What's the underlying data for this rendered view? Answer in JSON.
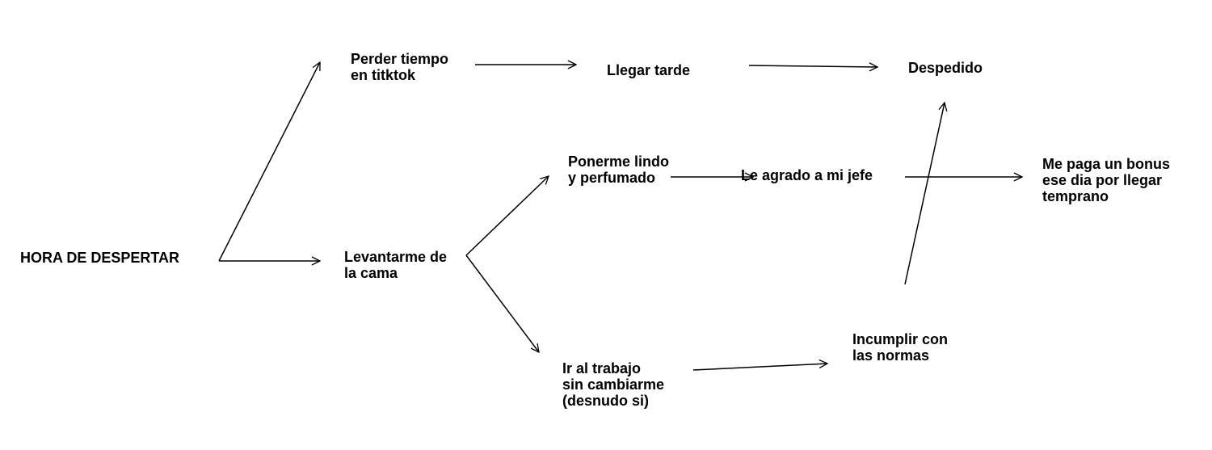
{
  "nodes": {
    "start": [
      "HORA DE DESPERTAR"
    ],
    "perder": [
      "Perder tiempo",
      "en titktok"
    ],
    "llegar": [
      "Llegar tarde"
    ],
    "despedido": [
      "Despedido"
    ],
    "levantarme": [
      "Levantarme de",
      "la cama"
    ],
    "ponerme": [
      "Ponerme lindo",
      "y perfumado"
    ],
    "agrado": [
      "Le agrado a mi jefe"
    ],
    "bonus": [
      "Me paga un bonus",
      "ese dia por llegar",
      "temprano"
    ],
    "trabajo": [
      "Ir al trabajo",
      "sin cambiarme",
      "(desnudo si)"
    ],
    "incumplir": [
      "Incumplir con",
      "las normas"
    ]
  },
  "colors": {
    "line": "#000000",
    "text": "#000000"
  }
}
